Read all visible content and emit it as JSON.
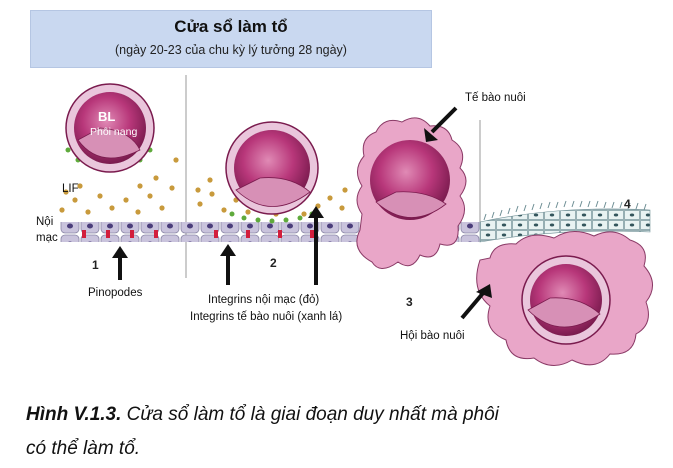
{
  "header": {
    "title": "Cửa sổ làm tổ",
    "subtitle": "(ngày 20-23 của chu kỳ lý tưởng 28 ngày)"
  },
  "labels": {
    "bl": "BL",
    "phoi_nang": "Phôi nang",
    "lif": "LIF",
    "noi_mac_1": "Nội",
    "noi_mac_2": "mạc",
    "pinopodes": "Pinopodes",
    "integrins_1": "Integrins nội mạc (đỏ)",
    "integrins_2": "Integrins tế bào nuôi (xanh lá)",
    "te_bao_nuoi": "Tế bào nuôi",
    "hoi_bao_nuoi": "Hội bào nuôi"
  },
  "stages": [
    "1",
    "2",
    "3",
    "4"
  ],
  "caption": {
    "bold": "Hình V.1.3.",
    "line1": " Cửa sổ làm tổ là giai đoạn duy nhất mà phôi",
    "line2": "có thể làm tổ."
  },
  "colors": {
    "banner": "#c9d8f0",
    "blastocyst": "#b8377a",
    "trophoblast": "#e9a6c8",
    "endometrium": "#c9c3dc",
    "lif_dots": "#c89a3c",
    "integrin_red": "#d21e3c",
    "integrin_green": "#5faa3c"
  }
}
